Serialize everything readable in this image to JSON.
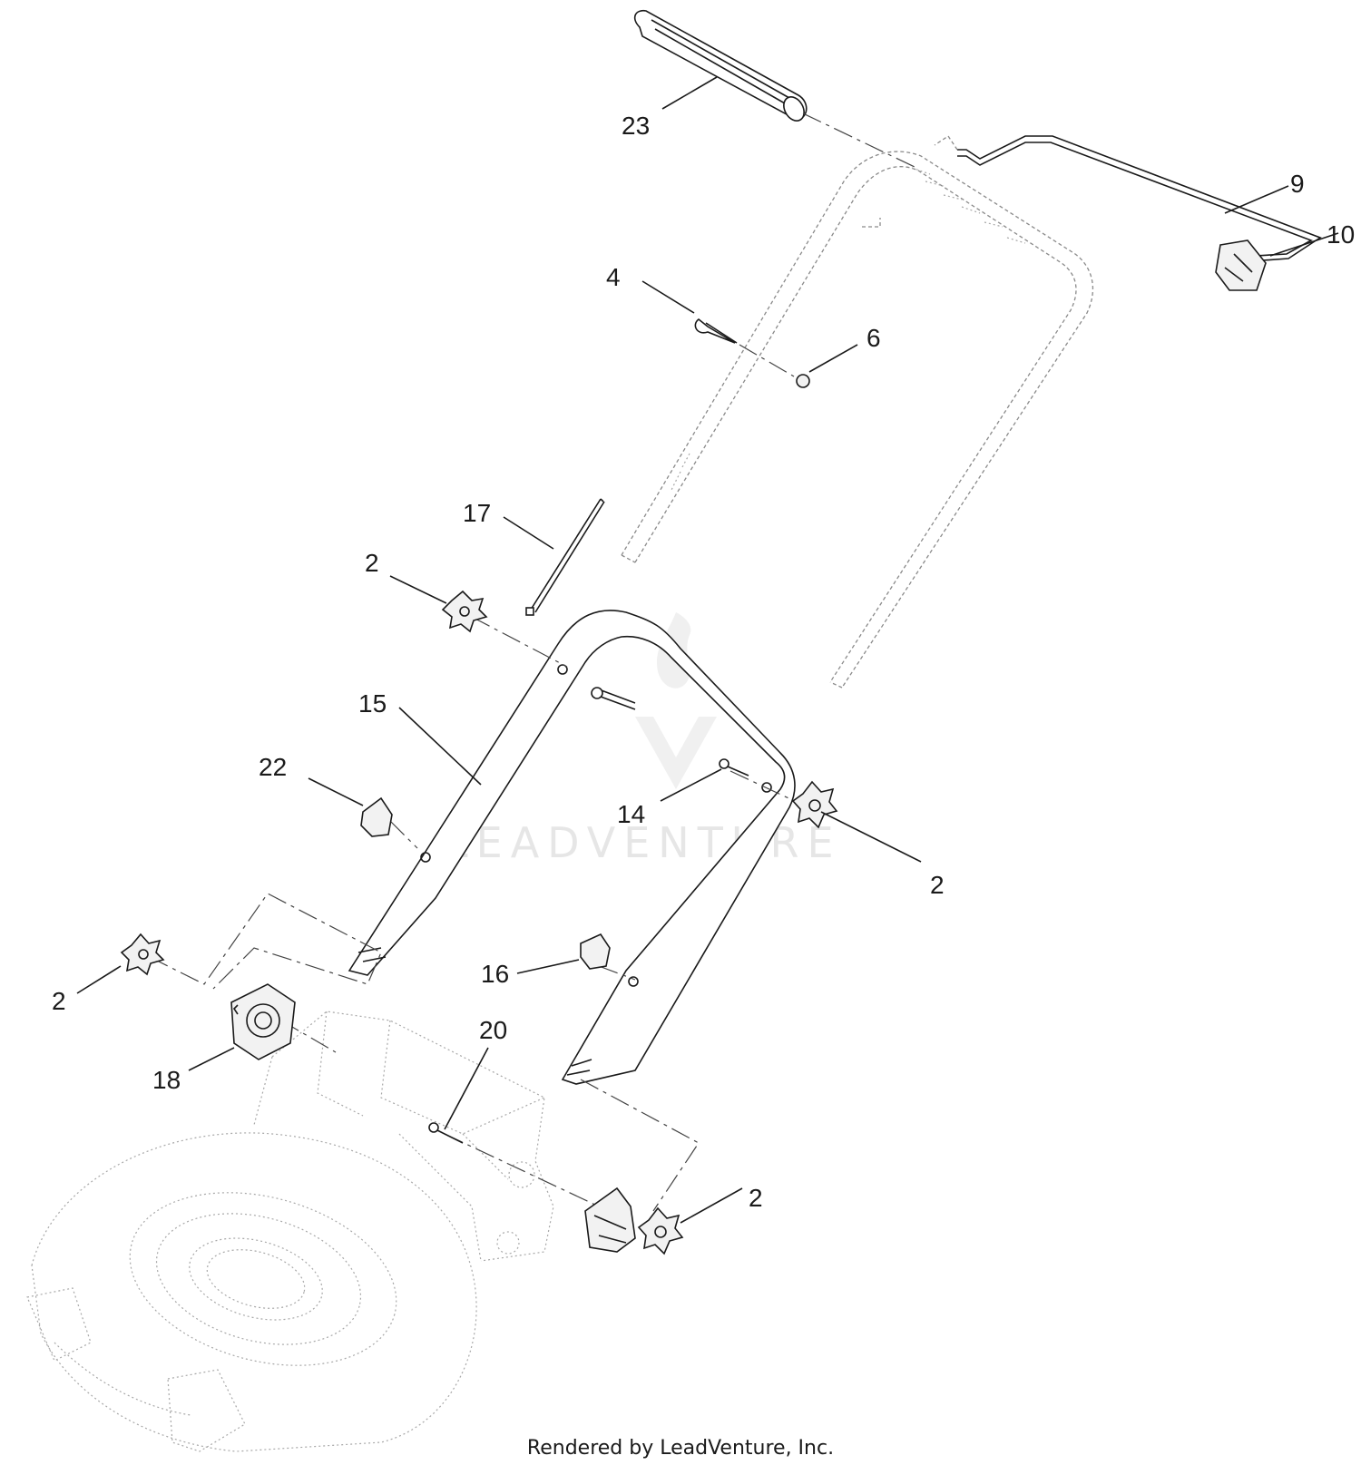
{
  "callouts": [
    {
      "id": "c23",
      "label": "23"
    },
    {
      "id": "c9",
      "label": "9"
    },
    {
      "id": "c10",
      "label": "10"
    },
    {
      "id": "c4",
      "label": "4"
    },
    {
      "id": "c6",
      "label": "6"
    },
    {
      "id": "c17",
      "label": "17"
    },
    {
      "id": "c2a",
      "label": "2"
    },
    {
      "id": "c15",
      "label": "15"
    },
    {
      "id": "c22",
      "label": "22"
    },
    {
      "id": "c14",
      "label": "14"
    },
    {
      "id": "c2b",
      "label": "2"
    },
    {
      "id": "c2c",
      "label": "2"
    },
    {
      "id": "c16",
      "label": "16"
    },
    {
      "id": "c18",
      "label": "18"
    },
    {
      "id": "c20",
      "label": "20"
    },
    {
      "id": "c2d",
      "label": "2"
    }
  ],
  "watermark": "LEADVENTURE",
  "footer": "Rendered by LeadVenture, Inc."
}
